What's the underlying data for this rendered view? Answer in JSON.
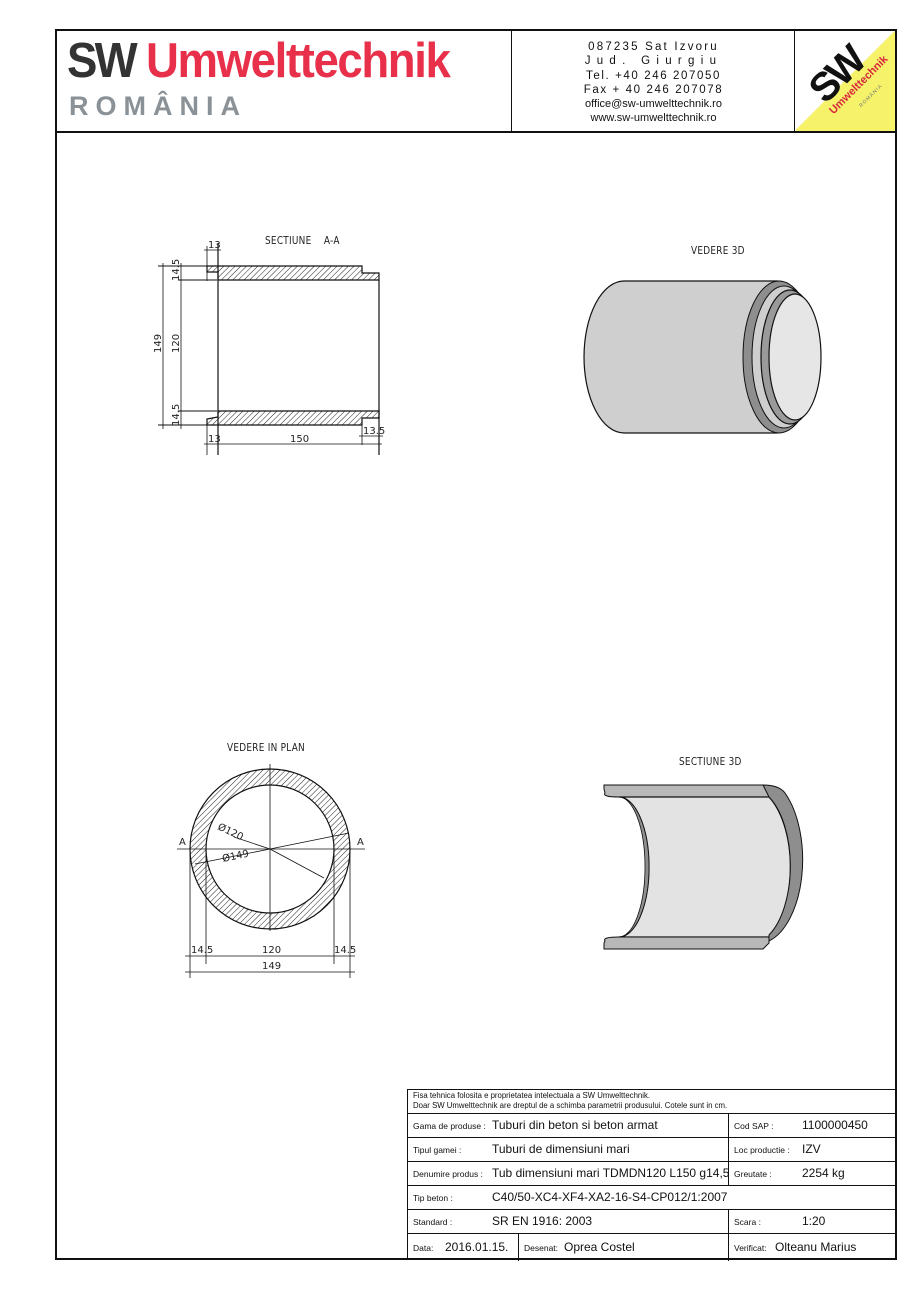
{
  "header": {
    "brand_sw": "SW",
    "brand_name": "Umwelttechnik",
    "brand_country": "ROMÂNIA",
    "contact": {
      "address_line1": "087235 Sat Izvoru",
      "address_line2": "Jud. Giurgiu",
      "phone": "Tel. +40 246 207050",
      "fax": "Fax + 40 246 207078",
      "email": "office@sw-umwelttechnik.ro",
      "website": "www.sw-umwelttechnik.ro"
    },
    "badge": {
      "sw": "SW",
      "name": "Umwelttechnik",
      "country": "ROMÂNIA"
    },
    "colors": {
      "brand_red": "#e8304a",
      "brand_dark": "#333333",
      "brand_grey": "#8b9297",
      "badge_yellow": "#f6f26a"
    }
  },
  "views": {
    "section_aa": {
      "title": "SECTIUNE    A-A",
      "dimensions": {
        "outer_diameter": "149",
        "inner_diameter": "120",
        "wall_top": "14.5",
        "wall_bottom": "14.5",
        "spigot_top": "13",
        "spigot_bottom": "13",
        "length": "150",
        "socket": "13.5"
      }
    },
    "view_3d": {
      "title": "VEDERE 3D"
    },
    "plan_view": {
      "title": "VEDERE IN PLAN",
      "section_marker_left": "A",
      "section_marker_right": "A",
      "dimensions": {
        "inner_diameter_label": "Ø120",
        "outer_diameter_label": "Ø149",
        "wall_left": "14.5",
        "inner": "120",
        "wall_right": "14.5",
        "total": "149"
      }
    },
    "section_3d": {
      "title": "SECTIUNE 3D"
    }
  },
  "title_block": {
    "notice_line1": "Fisa tehnica folosita e proprietatea intelectuala a SW Umwelttechnik.",
    "notice_line2": "Doar SW Umwelttechnik are dreptul de a schimba parametrii produsului. Cotele sunt in cm.",
    "rows": {
      "gama": {
        "label": "Gama de produse :",
        "value": "Tuburi din beton si beton armat"
      },
      "cod_sap": {
        "label": "Cod SAP :",
        "value": "1100000450"
      },
      "tipul": {
        "label": "Tipul gamei :",
        "value": "Tuburi de dimensiuni mari"
      },
      "loc": {
        "label": "Loc productie :",
        "value": "IZV"
      },
      "denumire": {
        "label": "Denumire produs :",
        "value": "Tub dimensiuni mari TDMDN120 L150 g14,5"
      },
      "greutate": {
        "label": "Greutate :",
        "value": "2254 kg"
      },
      "tip_beton": {
        "label": "Tip beton :",
        "value": "C40/50-XC4-XF4-XA2-16-S4-CP012/1:2007"
      },
      "standard": {
        "label": "Standard :",
        "value": "SR EN 1916: 2003"
      },
      "scara": {
        "label": "Scara :",
        "value": "1:20"
      },
      "data": {
        "label": "Data:",
        "value": "2016.01.15."
      },
      "desenat": {
        "label": "Desenat:",
        "value": "Oprea Costel"
      },
      "verificat": {
        "label": "Verificat:",
        "value": "Olteanu Marius"
      }
    }
  }
}
